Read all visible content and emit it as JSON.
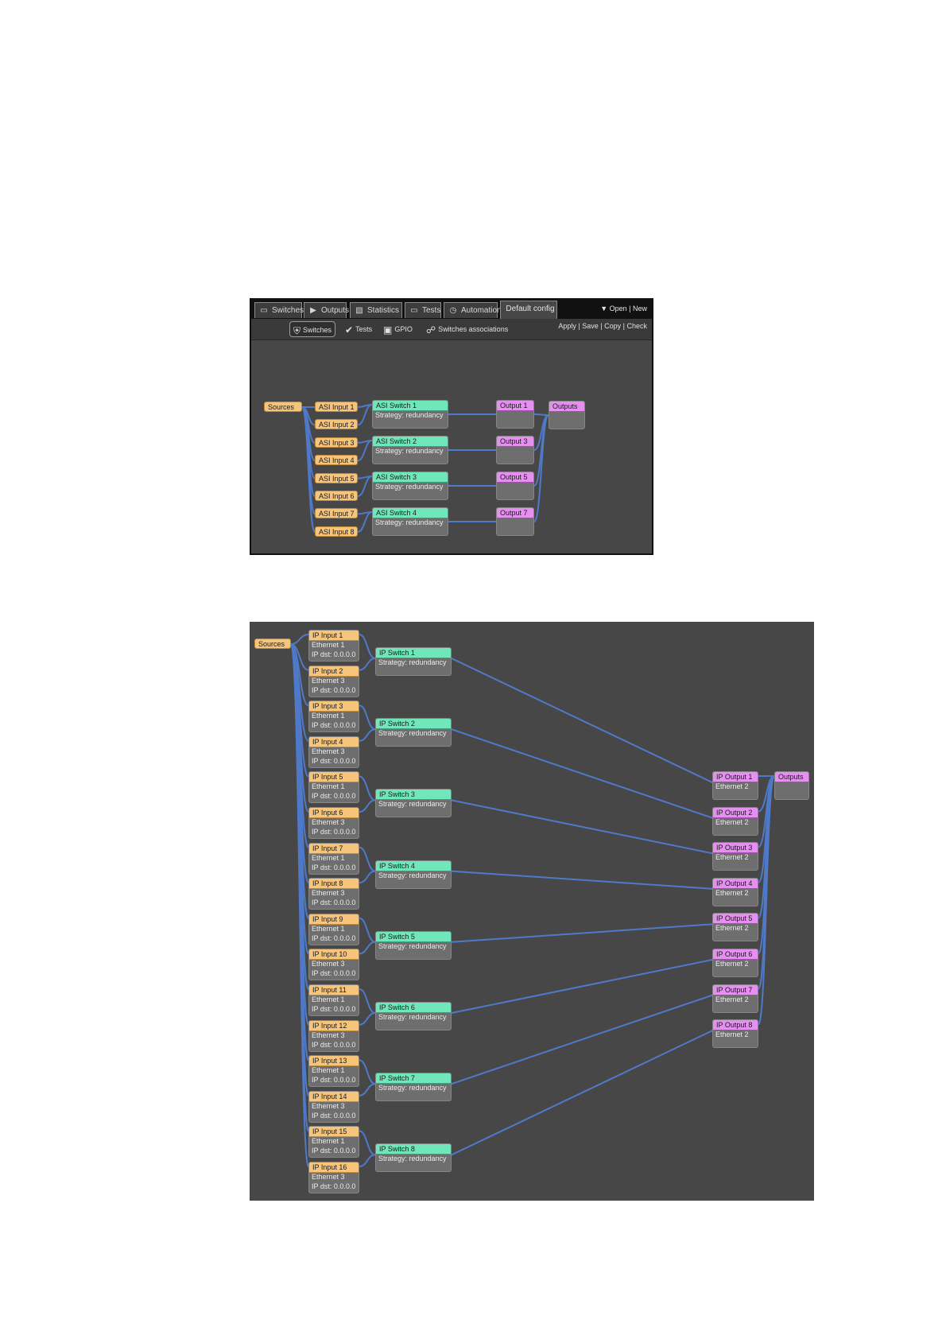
{
  "screen1": {
    "tabs": [
      {
        "label": "Switches",
        "icon": "monitor-icon"
      },
      {
        "label": "Outputs",
        "icon": "play-icon"
      },
      {
        "label": "Statistics",
        "icon": "bar-chart-icon"
      },
      {
        "label": "Tests",
        "icon": "monitor-icon"
      },
      {
        "label": "Automation",
        "icon": "clock-icon"
      },
      {
        "label": "Default config",
        "icon": ""
      }
    ],
    "open_new": "Open | New",
    "subtabs": [
      {
        "label": "Switches",
        "icon": "shield-icon"
      },
      {
        "label": "Tests",
        "icon": "check-icon"
      },
      {
        "label": "GPIO",
        "icon": "gpio-icon"
      },
      {
        "label": "Switches associations",
        "icon": "link-icon"
      }
    ],
    "actions": [
      "Apply",
      "Save",
      "Copy",
      "Check"
    ],
    "sources_label": "Sources",
    "outputs_label": "Outputs",
    "inputs": [
      "ASI Input 1",
      "ASI Input 2",
      "ASI Input 3",
      "ASI Input 4",
      "ASI Input 5",
      "ASI Input 6",
      "ASI Input 7",
      "ASI Input 8"
    ],
    "switches": [
      {
        "title": "ASI Switch 1",
        "strategy": "Strategy: redundancy"
      },
      {
        "title": "ASI Switch 2",
        "strategy": "Strategy: redundancy"
      },
      {
        "title": "ASI Switch 3",
        "strategy": "Strategy: redundancy"
      },
      {
        "title": "ASI Switch 4",
        "strategy": "Strategy: redundancy"
      }
    ],
    "outputs": [
      "Output 1",
      "Output 3",
      "Output 5",
      "Output 7"
    ],
    "colors": {
      "input": "#f6c47a",
      "switch": "#6fe7bb",
      "output": "#e58ff1",
      "wire": "#4f79c9"
    }
  },
  "screen2": {
    "sources_label": "Sources",
    "outputs_label": "Outputs",
    "inputs": [
      {
        "title": "IP Input 1",
        "iface": "Ethernet 1",
        "dst": "IP dst: 0.0.0.0"
      },
      {
        "title": "IP Input 2",
        "iface": "Ethernet 3",
        "dst": "IP dst: 0.0.0.0"
      },
      {
        "title": "IP Input 3",
        "iface": "Ethernet 1",
        "dst": "IP dst: 0.0.0.0"
      },
      {
        "title": "IP Input 4",
        "iface": "Ethernet 3",
        "dst": "IP dst: 0.0.0.0"
      },
      {
        "title": "IP Input 5",
        "iface": "Ethernet 1",
        "dst": "IP dst: 0.0.0.0"
      },
      {
        "title": "IP Input 6",
        "iface": "Ethernet 3",
        "dst": "IP dst: 0.0.0.0"
      },
      {
        "title": "IP Input 7",
        "iface": "Ethernet 1",
        "dst": "IP dst: 0.0.0.0"
      },
      {
        "title": "IP Input 8",
        "iface": "Ethernet 3",
        "dst": "IP dst: 0.0.0.0"
      },
      {
        "title": "IP Input 9",
        "iface": "Ethernet 1",
        "dst": "IP dst: 0.0.0.0"
      },
      {
        "title": "IP Input 10",
        "iface": "Ethernet 3",
        "dst": "IP dst: 0.0.0.0"
      },
      {
        "title": "IP Input 11",
        "iface": "Ethernet 1",
        "dst": "IP dst: 0.0.0.0"
      },
      {
        "title": "IP Input 12",
        "iface": "Ethernet 3",
        "dst": "IP dst: 0.0.0.0"
      },
      {
        "title": "IP Input 13",
        "iface": "Ethernet 1",
        "dst": "IP dst: 0.0.0.0"
      },
      {
        "title": "IP Input 14",
        "iface": "Ethernet 3",
        "dst": "IP dst: 0.0.0.0"
      },
      {
        "title": "IP Input 15",
        "iface": "Ethernet 1",
        "dst": "IP dst: 0.0.0.0"
      },
      {
        "title": "IP Input 16",
        "iface": "Ethernet 3",
        "dst": "IP dst: 0.0.0.0"
      }
    ],
    "switches": [
      {
        "title": "IP Switch 1",
        "strategy": "Strategy: redundancy"
      },
      {
        "title": "IP Switch 2",
        "strategy": "Strategy: redundancy"
      },
      {
        "title": "IP Switch 3",
        "strategy": "Strategy: redundancy"
      },
      {
        "title": "IP Switch 4",
        "strategy": "Strategy: redundancy"
      },
      {
        "title": "IP Switch 5",
        "strategy": "Strategy: redundancy"
      },
      {
        "title": "IP Switch 6",
        "strategy": "Strategy: redundancy"
      },
      {
        "title": "IP Switch 7",
        "strategy": "Strategy: redundancy"
      },
      {
        "title": "IP Switch 8",
        "strategy": "Strategy: redundancy"
      }
    ],
    "outputs": [
      {
        "title": "IP Output 1",
        "iface": "Ethernet 2"
      },
      {
        "title": "IP Output 2",
        "iface": "Ethernet 2"
      },
      {
        "title": "IP Output 3",
        "iface": "Ethernet 2"
      },
      {
        "title": "IP Output 4",
        "iface": "Ethernet 2"
      },
      {
        "title": "IP Output 5",
        "iface": "Ethernet 2"
      },
      {
        "title": "IP Output 6",
        "iface": "Ethernet 2"
      },
      {
        "title": "IP Output 7",
        "iface": "Ethernet 2"
      },
      {
        "title": "IP Output 8",
        "iface": "Ethernet 2"
      }
    ]
  }
}
